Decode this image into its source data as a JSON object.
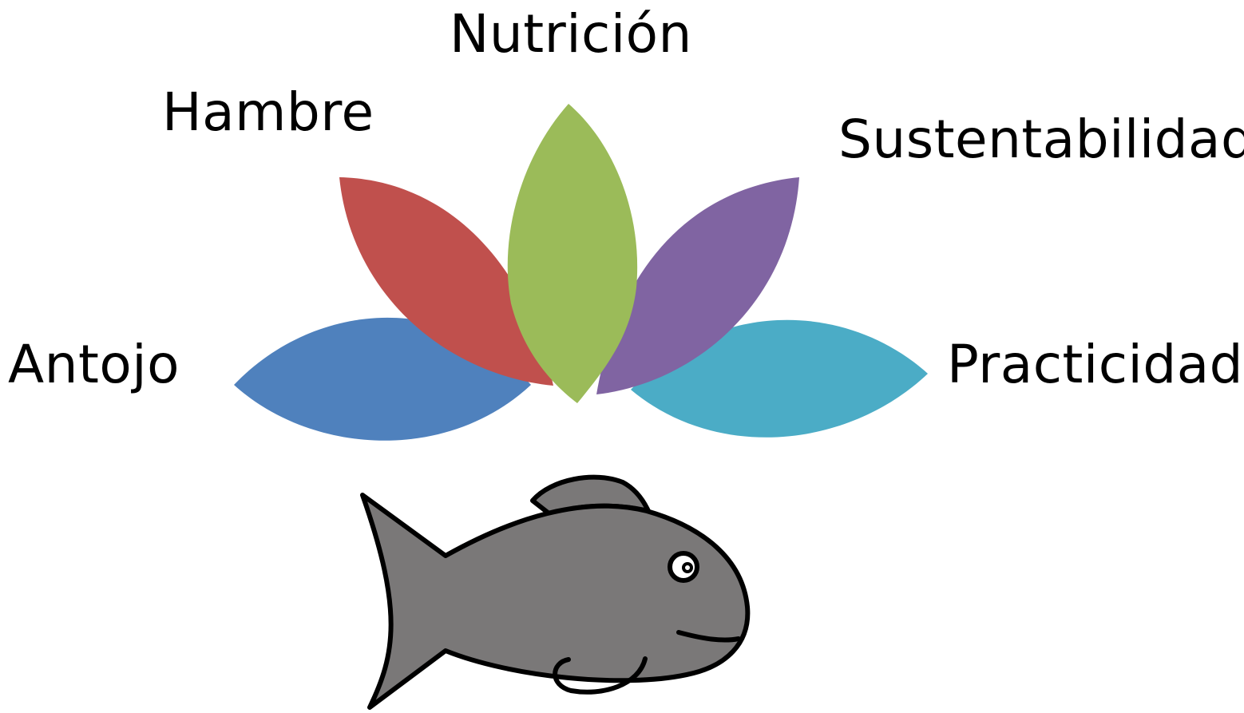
{
  "labels": {
    "nutricion": "Nutrición",
    "hambre": "Hambre",
    "sustentabilidad": "Sustentabilidad",
    "antojo": "Antojo",
    "practicidad": "Practicidad"
  },
  "colors": {
    "antojo_petal": "#4f81bd",
    "hambre_petal": "#c0504d",
    "nutricion_petal": "#9bbb59",
    "sustentabilidad_petal": "#8064a2",
    "practicidad_petal": "#4bacc6",
    "fish_body": "#7a7878",
    "fish_outline": "#000000"
  },
  "icons": {
    "flower": "five-petal-lotus",
    "fish": "cartoon-fish-icon"
  }
}
